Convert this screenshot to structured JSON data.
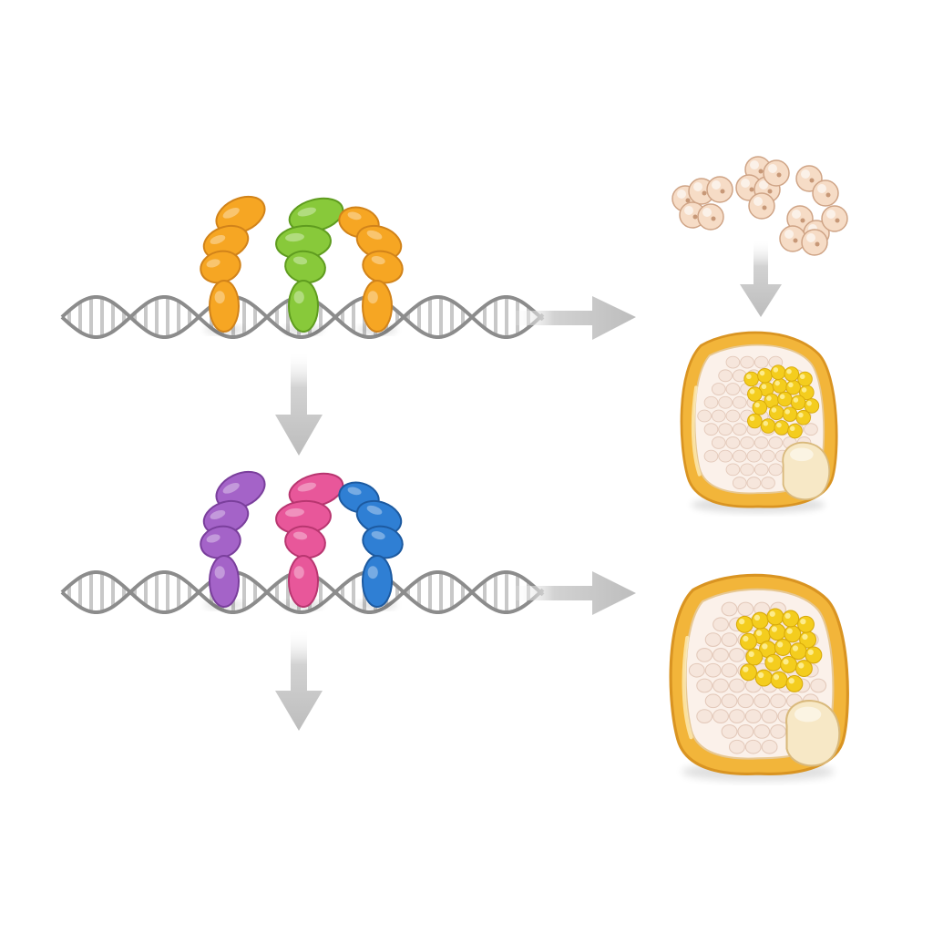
{
  "diagram": {
    "background": "#ffffff",
    "colors": {
      "dna_strand": "#8c8c8c",
      "dna_rung": "#c8c8c8",
      "arrow": "#c4c4c4",
      "kernel_shell": "#f2b53a",
      "kernel_shell_edge": "#d99422",
      "kernel_inner": "#fbf1ea",
      "starch_cell": "#f6e6dc",
      "starch_cell_edge": "#e3c9ba",
      "granule": "#f4cd1e",
      "granule_edge": "#d7a90a",
      "embryo": "#f7e8c6",
      "embryo_edge": "#d9b97c",
      "particle": "#f6dcc6",
      "particle_edge": "#cfa486"
    },
    "complexes": [
      {
        "name": "top-complex",
        "proteins": [
          {
            "name": "protein-orange-left",
            "color": "#f6a623",
            "edge": "#d1831a"
          },
          {
            "name": "protein-green",
            "color": "#88c93a",
            "edge": "#5f9c1f"
          },
          {
            "name": "protein-orange-right",
            "color": "#f6a623",
            "edge": "#d1831a"
          }
        ]
      },
      {
        "name": "bottom-complex",
        "proteins": [
          {
            "name": "protein-purple",
            "color": "#a463c8",
            "edge": "#7a3f9c"
          },
          {
            "name": "protein-pink",
            "color": "#e8579a",
            "edge": "#b83670"
          },
          {
            "name": "protein-blue",
            "color": "#2f7fd4",
            "edge": "#1d5aa0"
          }
        ]
      }
    ],
    "icons": {
      "dna": "dna-helix-icon",
      "arrow": "arrow-icon",
      "particles": "starch-particles-icon",
      "kernel": "corn-kernel-icon"
    }
  }
}
